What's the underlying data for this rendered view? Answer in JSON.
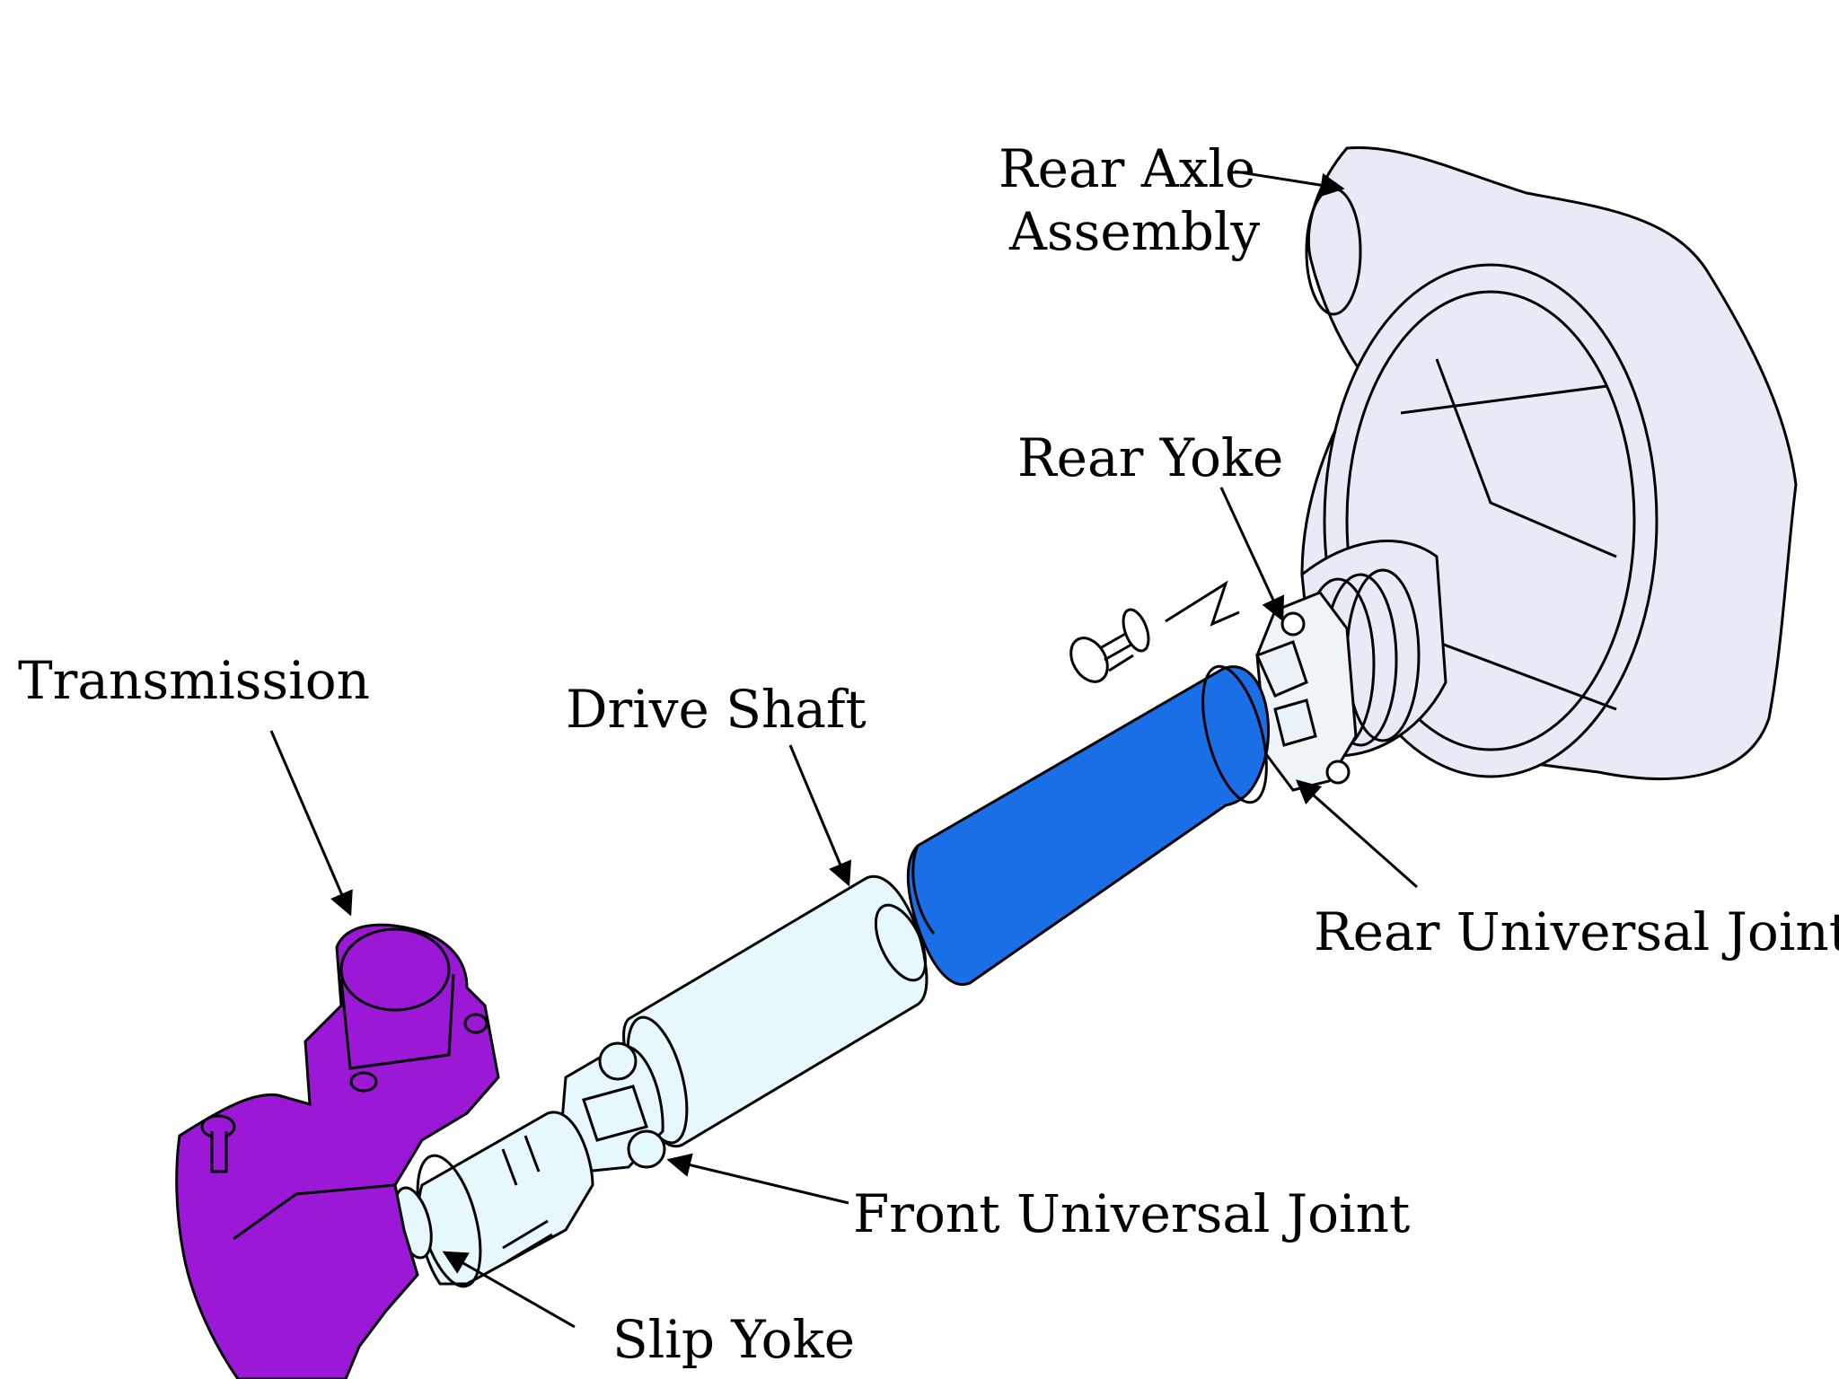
{
  "labels": {
    "rear_axle_line1": "Rear Axle",
    "rear_axle_line2": "Assembly",
    "rear_yoke": "Rear Yoke",
    "transmission": "Transmission",
    "drive_shaft": "Drive Shaft",
    "rear_universal_joint": "Rear Universal Joint",
    "front_universal_joint": "Front Universal Joint",
    "slip_yoke": "Slip Yoke"
  },
  "colors": {
    "transmission": "#9b18d6",
    "rear_shaft_tube": "#1a6fe6",
    "front_shaft_tube": "#e6f8fb",
    "axle_housing": "#e8ebf5",
    "outline": "#000000"
  }
}
